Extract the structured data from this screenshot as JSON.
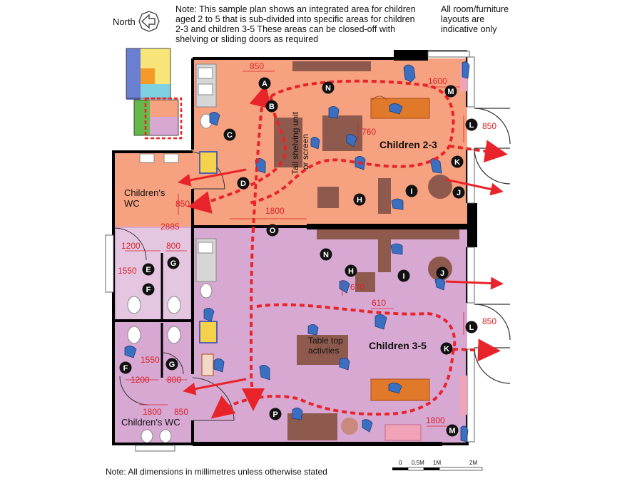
{
  "header": {
    "north_label": "North",
    "note_lines": [
      "Note:  This sample plan shows an integrated area for children",
      "aged 2 to 5 that is sub-divided into specific areas for children",
      "2-3 and children 3-5 These areas can be closed-off with",
      "shelving or sliding doors as required"
    ],
    "disclaimer_lines": [
      "All room/furniture",
      "layouts are",
      "indicative only"
    ]
  },
  "footer": {
    "note": "Note: All dimensions in millimetres unless otherwise stated",
    "scale_labels": [
      "0",
      "0.5M",
      "1M",
      "2M"
    ]
  },
  "rooms": {
    "children_2_3": "Children 2-3",
    "children_3_5": "Children 3-5",
    "wc_top": [
      "Children's",
      "WC"
    ],
    "wc_bottom": "Children's WC"
  },
  "labels": {
    "shelving": [
      "Tall shelving unit",
      "or screen"
    ],
    "table_top": [
      "Table top",
      "activties"
    ]
  },
  "dimensions": {
    "d850_top": "850",
    "d1600": "1600",
    "d760": "760",
    "d850_right_top": "850",
    "d850_wc": "850",
    "d1800_mid": "1800",
    "d2885": "2885",
    "d1200_top": "1200",
    "d800_top": "800",
    "d1550_top": "1550",
    "d670": "670",
    "d610": "610",
    "d850_right_bottom": "850",
    "d1550_bottom": "1550",
    "d1200_bottom": "1200",
    "d800_bottom": "800",
    "d1800_bottom_left": "1800",
    "d850_bottom": "850",
    "d1800_bottom_right": "1800"
  },
  "markers": {
    "top_area": [
      "A",
      "B",
      "C",
      "D",
      "N",
      "M",
      "L",
      "K",
      "J",
      "I",
      "H",
      "O"
    ],
    "bottom_area": [
      "E",
      "F",
      "G",
      "N",
      "H",
      "I",
      "J",
      "L",
      "K",
      "F",
      "G",
      "P",
      "M"
    ]
  },
  "colors": {
    "room_2_3": "#f6a17f",
    "room_3_5": "#d7a8d2",
    "wall": "#000000",
    "flow_arrow": "#e8242a",
    "marker": "#111111",
    "dimension": "#d9232a",
    "furniture_brown": "#8f5a4e",
    "child_figure": "#3a6fc1"
  }
}
